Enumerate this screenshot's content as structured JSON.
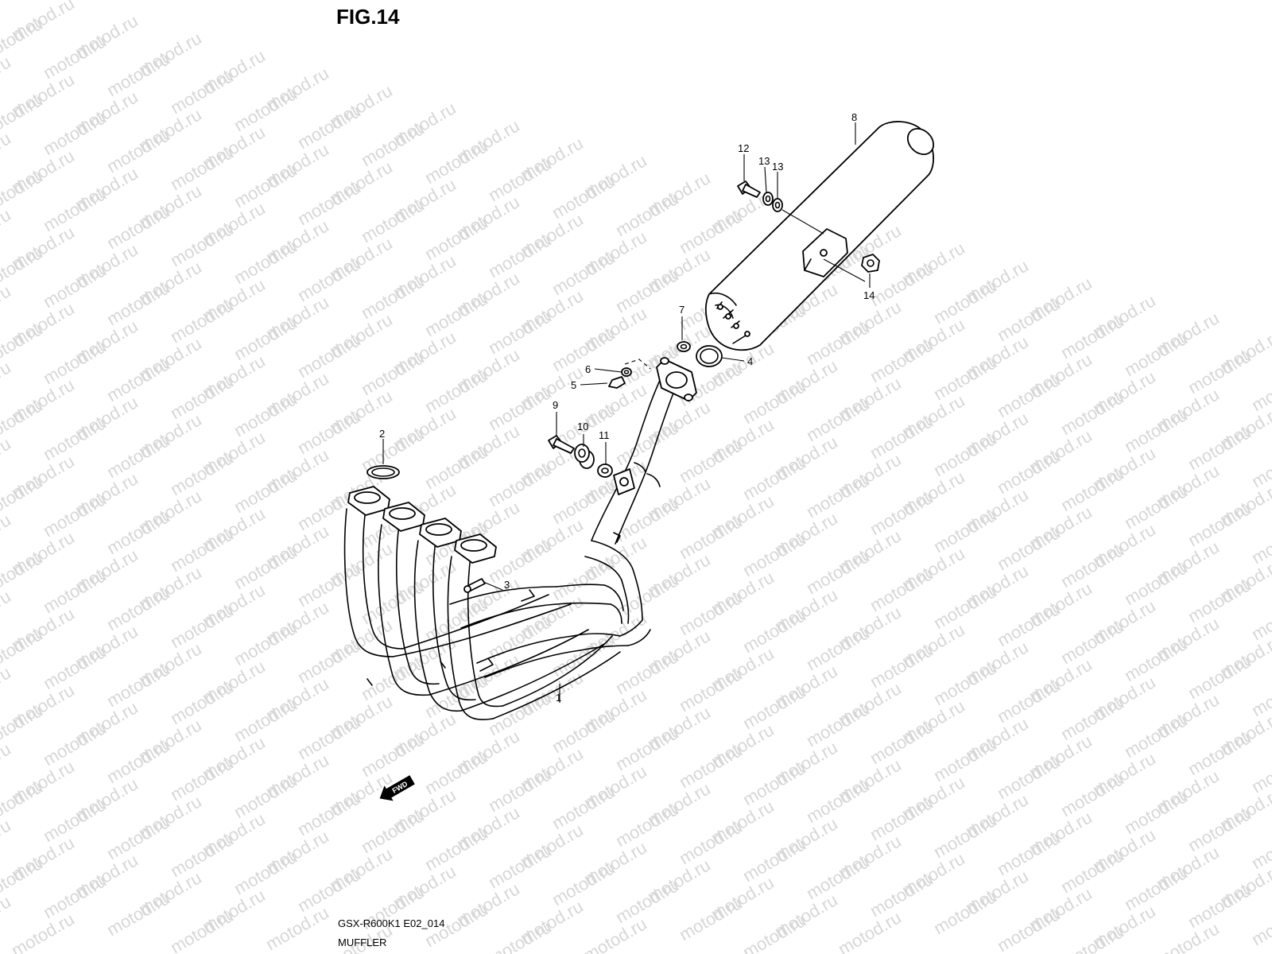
{
  "figure": {
    "title": "FIG.14"
  },
  "watermark": {
    "text": "motod.ru"
  },
  "callouts": [
    {
      "id": "1",
      "label": "1"
    },
    {
      "id": "2",
      "label": "2"
    },
    {
      "id": "3",
      "label": "3"
    },
    {
      "id": "4",
      "label": "4"
    },
    {
      "id": "5",
      "label": "5"
    },
    {
      "id": "6",
      "label": "6"
    },
    {
      "id": "7",
      "label": "7"
    },
    {
      "id": "8",
      "label": "8"
    },
    {
      "id": "9",
      "label": "9"
    },
    {
      "id": "10",
      "label": "10"
    },
    {
      "id": "11",
      "label": "11"
    },
    {
      "id": "12",
      "label": "12"
    },
    {
      "id": "13a",
      "label": "13"
    },
    {
      "id": "13b",
      "label": "13"
    },
    {
      "id": "14",
      "label": "14"
    }
  ],
  "fwd_marker": {
    "text": "FWD",
    "icon": "arrow-left-icon"
  },
  "footer": {
    "code": "GSX-R600K1 E02_014",
    "caption": "MUFFLER"
  },
  "colors": {
    "line": "#000000",
    "watermark": "#d7d7d7",
    "background": "#ffffff"
  }
}
